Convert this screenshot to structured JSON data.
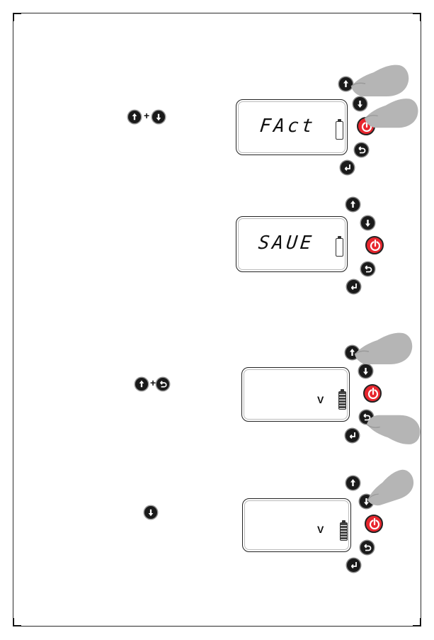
{
  "panels": [
    {
      "lcd_text": "FAct",
      "battery": "empty"
    },
    {
      "lcd_text": "SAUE",
      "battery": "empty"
    },
    {
      "lcd_text": "V",
      "battery": "full"
    },
    {
      "lcd_text": "V",
      "battery": "full"
    }
  ],
  "instructions": {
    "step1_combo": "+",
    "step3_combo": "+"
  },
  "colors": {
    "power_button": "#e8262e",
    "button": "#1a1a1a",
    "hand": "#b5b5b5"
  },
  "icons": [
    "up-arrow-icon",
    "down-arrow-icon",
    "power-icon",
    "back-icon",
    "enter-icon",
    "hand-icon",
    "battery-icon"
  ]
}
